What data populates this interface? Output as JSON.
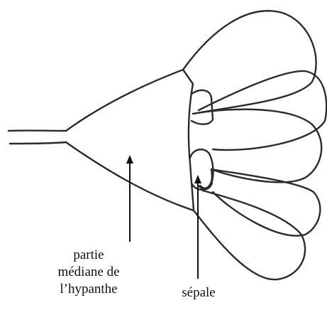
{
  "labels": {
    "hypanthe_lines": [
      "partie",
      "médiane de",
      "l’hypanthe"
    ],
    "sepale": "sépale"
  },
  "colors": {
    "stroke": "#2b2b2b",
    "background": "#ffffff"
  }
}
